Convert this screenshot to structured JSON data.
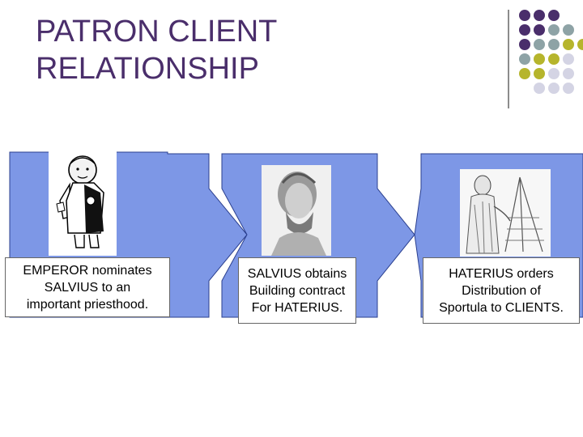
{
  "title": {
    "line1": "PATRON CLIENT",
    "line2": "RELATIONSHIP"
  },
  "colors": {
    "title": "#4a2e6b",
    "arrow_fill": "#7d97e6",
    "dot_purple": "#4a2e6b",
    "dot_teal": "#8ea3a6",
    "dot_olive": "#b6b52c",
    "dot_lilac": "#d4d4e4"
  },
  "steps": [
    {
      "caption": "EMPEROR nominates\nSALVIUS to an\nimportant priesthood.",
      "image": "emperor-cartoon-figure"
    },
    {
      "caption": "SALVIUS obtains\nBuilding contract\nFor HATERIUS.",
      "image": "salvius-bust-portrait"
    },
    {
      "caption": "HATERIUS orders\nDistribution of\nSportula to CLIENTS.",
      "image": "haterius-figure-sketch"
    }
  ]
}
